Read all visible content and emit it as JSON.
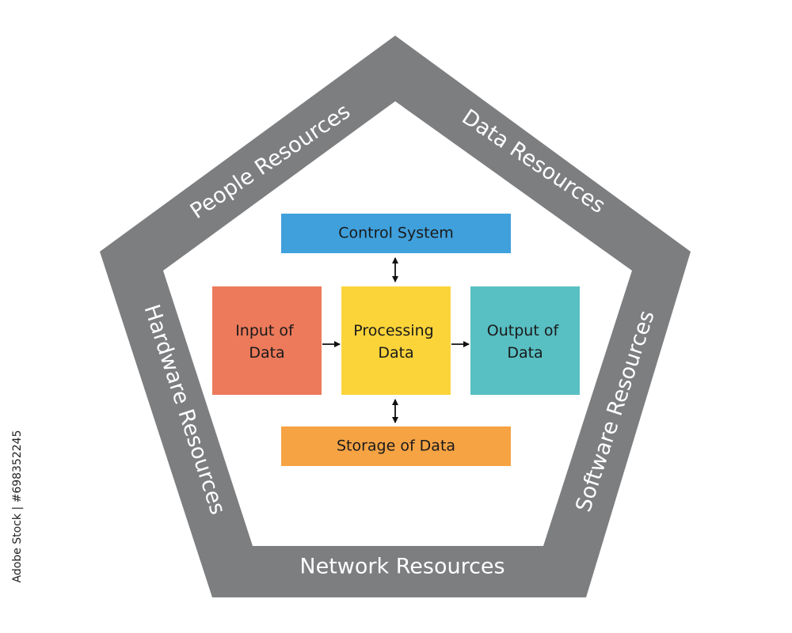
{
  "colors": {
    "frame": "#7d7e80",
    "control_system": "#3fa0dc",
    "input": "#ec7a5b",
    "processing": "#fbd43a",
    "output": "#58bfc3",
    "storage": "#f6a344",
    "text_light": "#ffffff",
    "text_dark": "#1a1a1a"
  },
  "ring": {
    "top_left": "People Resources",
    "top_right": "Data Resources",
    "right": "Software Resources",
    "bottom": "Network Resources",
    "left": "Hardware Resources"
  },
  "boxes": {
    "control_system": "Control System",
    "input": [
      "Input of",
      "Data"
    ],
    "processing": [
      "Processing",
      "Data"
    ],
    "output": [
      "Output of",
      "Data"
    ],
    "storage": "Storage of Data"
  },
  "stock_id": "Adobe Stock | #698352245"
}
